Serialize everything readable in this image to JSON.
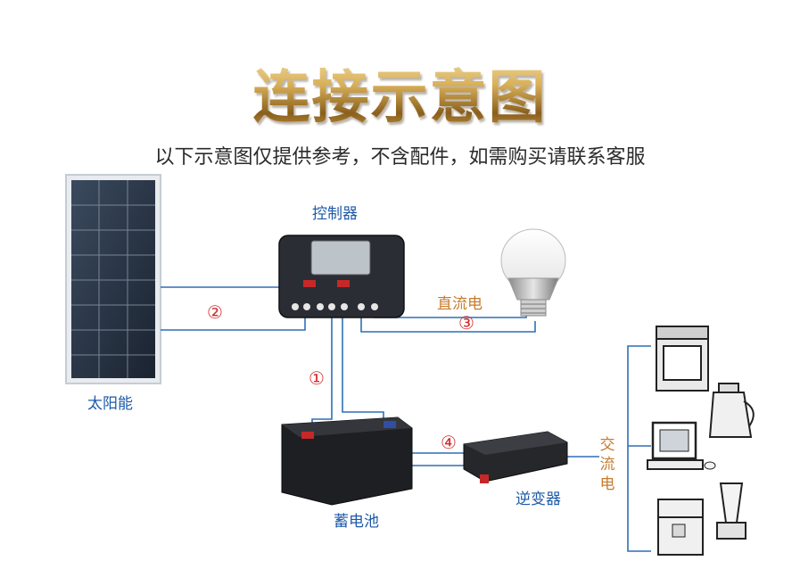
{
  "title": "连接示意图",
  "subtitle": "以下示意图仅提供参考，不含配件，如需购买请联系客服",
  "components": {
    "solar": "太阳能",
    "controller": "控制器",
    "battery": "蓄电池",
    "inverter": "逆变器",
    "dc": "直流电",
    "ac": "交流电"
  },
  "connections": [
    "①",
    "②",
    "③",
    "④"
  ],
  "colors": {
    "line": "#2f6fb5",
    "label": "#1d5aa8",
    "accent": "#c87b2a",
    "marker": "#d42b2b"
  }
}
